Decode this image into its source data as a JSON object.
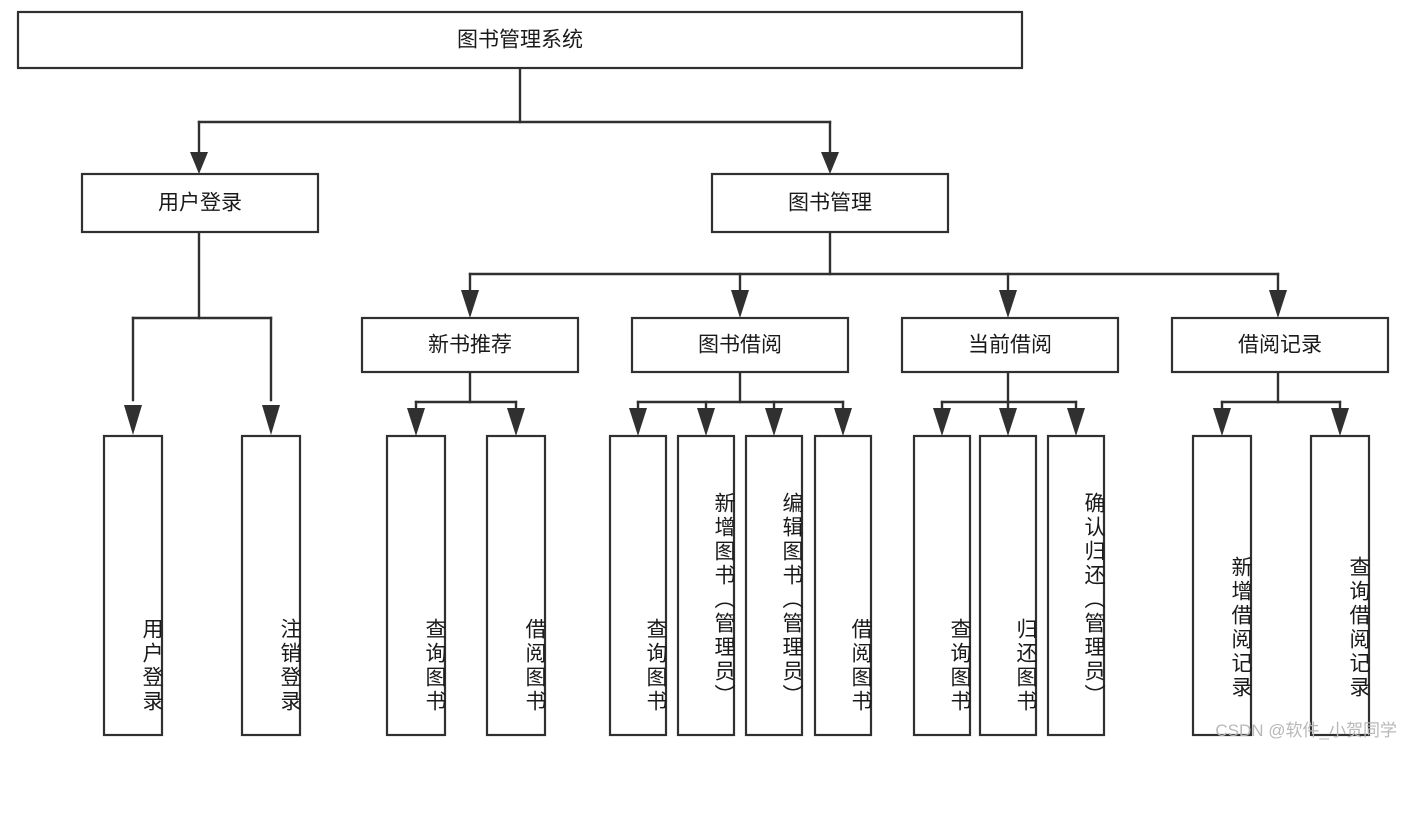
{
  "diagram": {
    "type": "hierarchy-tree",
    "title": "图书管理系统",
    "watermark": "CSDN @软件_小贺同学",
    "colors": {
      "box_stroke": "#303030",
      "box_fill": "#ffffff",
      "connector": "#303030",
      "text": "#1a1a1a",
      "watermark": "#b8b8b8",
      "background": "#ffffff"
    },
    "root": {
      "label": "图书管理系统",
      "orientation": "horizontal"
    },
    "level2": [
      {
        "label": "用户登录",
        "orientation": "horizontal"
      },
      {
        "label": "图书管理",
        "orientation": "horizontal"
      }
    ],
    "level3": [
      {
        "label": "新书推荐",
        "orientation": "horizontal"
      },
      {
        "label": "图书借阅",
        "orientation": "horizontal"
      },
      {
        "label": "当前借阅",
        "orientation": "horizontal"
      },
      {
        "label": "借阅记录",
        "orientation": "horizontal"
      }
    ],
    "leaves": {
      "user_login": [
        {
          "label": "用户登录",
          "orientation": "vertical"
        },
        {
          "label": "注销登录",
          "orientation": "vertical"
        }
      ],
      "new_book_recommend": [
        {
          "label": "查询图书",
          "orientation": "vertical"
        },
        {
          "label": "借阅图书",
          "orientation": "vertical"
        }
      ],
      "book_borrow": [
        {
          "label": "查询图书",
          "orientation": "vertical"
        },
        {
          "label": "新增图书（管理员）",
          "orientation": "vertical"
        },
        {
          "label": "编辑图书（管理员）",
          "orientation": "vertical"
        },
        {
          "label": "借阅图书",
          "orientation": "vertical"
        }
      ],
      "current_borrow": [
        {
          "label": "查询图书",
          "orientation": "vertical"
        },
        {
          "label": "归还图书",
          "orientation": "vertical"
        },
        {
          "label": "确认归还（管理员）",
          "orientation": "vertical"
        }
      ],
      "borrow_record": [
        {
          "label": "新增借阅记录",
          "orientation": "vertical"
        },
        {
          "label": "查询借阅记录",
          "orientation": "vertical"
        }
      ]
    }
  }
}
